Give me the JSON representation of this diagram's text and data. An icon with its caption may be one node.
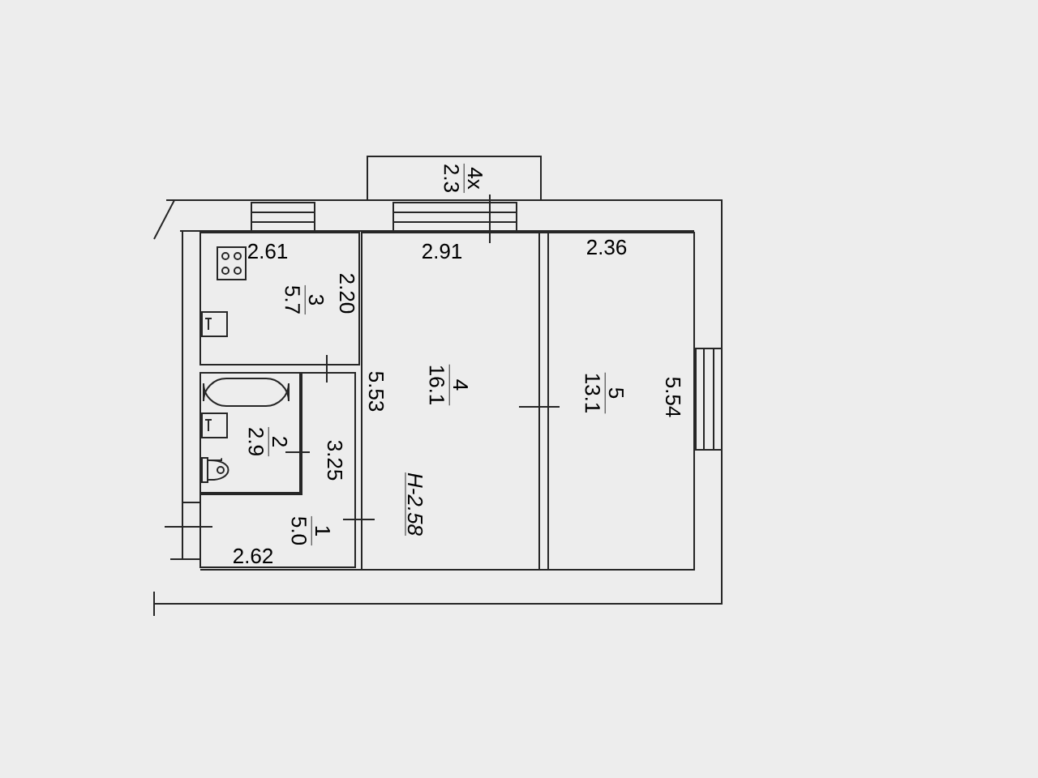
{
  "diagram": {
    "nodes": [
      {
        "text": [
          "4х",
          "2.3"
        ]
      },
      {
        "text": [
          "3",
          "5.7"
        ]
      },
      {
        "text": [
          "2",
          "2.9"
        ]
      },
      {
        "text": [
          "1",
          "5.0"
        ]
      },
      {
        "text": [
          "4",
          "16.1"
        ]
      },
      {
        "text": [
          "5",
          "13.1"
        ]
      }
    ],
    "labels": [
      "2.61",
      "2.91",
      "2.36",
      "2.20",
      "5.53",
      "5.54",
      "3.25",
      "Н-2.58",
      "2.62"
    ]
  }
}
